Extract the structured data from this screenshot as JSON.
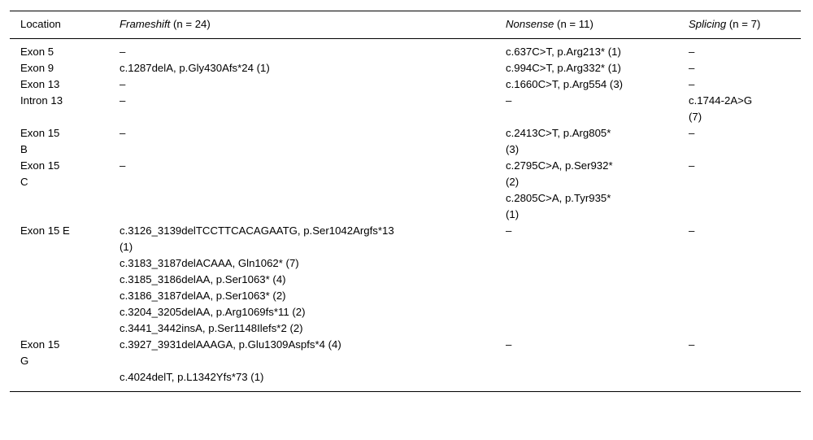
{
  "table": {
    "caption_present": false,
    "columns": [
      {
        "key": "location",
        "label": "Location",
        "emphasis": "",
        "count": ""
      },
      {
        "key": "frameshift",
        "label": "Frameshift",
        "emphasis": "Frameshift",
        "count": "(n = 24)"
      },
      {
        "key": "nonsense",
        "label": "Nonsense",
        "emphasis": "Nonsense",
        "count": "(n = 11)"
      },
      {
        "key": "splicing",
        "label": "Splicing",
        "emphasis": "Splicing",
        "count": "(n = 7)"
      }
    ],
    "header": {
      "location": "Location",
      "frameshift_em": "Frameshift",
      "frameshift_n": "(n = 24)",
      "nonsense_em": "Nonsense",
      "nonsense_n": "(n = 11)",
      "splicing_em": "Splicing",
      "splicing_n": "(n = 7)"
    },
    "dash": "–",
    "rows": [
      {
        "location": "Exon 5",
        "frameshift": [
          "–"
        ],
        "nonsense": [
          "c.637C>T, p.Arg213* (1)"
        ],
        "splicing": [
          "–"
        ]
      },
      {
        "location": "Exon 9",
        "frameshift": [
          "c.1287delA, p.Gly430Afs*24 (1)"
        ],
        "nonsense": [
          "c.994C>T, p.Arg332* (1)"
        ],
        "splicing": [
          "–"
        ]
      },
      {
        "location": "Exon 13",
        "frameshift": [
          "–"
        ],
        "nonsense": [
          "c.1660C>T, p.Arg554 (3)"
        ],
        "splicing": [
          "–"
        ]
      },
      {
        "location": "Intron 13",
        "frameshift": [
          "–"
        ],
        "nonsense": [
          "–"
        ],
        "splicing": [
          "c.1744-2A>G",
          "(7)"
        ]
      },
      {
        "location": "Exon 15\nB",
        "frameshift": [
          "–"
        ],
        "nonsense": [
          "c.2413C>T, p.Arg805*",
          "(3)"
        ],
        "splicing": [
          "–"
        ]
      },
      {
        "location": "Exon 15\nC",
        "frameshift": [
          "–"
        ],
        "nonsense": [
          "c.2795C>A, p.Ser932*",
          "(2)",
          "c.2805C>A, p.Tyr935*",
          "(1)"
        ],
        "splicing": [
          "–"
        ]
      },
      {
        "location": "Exon 15 E",
        "frameshift": [
          "c.3126_3139delTCCTTCACAGAATG, p.Ser1042Argfs*13",
          "(1)",
          "c.3183_3187delACAAA, Gln1062* (7)",
          "c.3185_3186delAA, p.Ser1063* (4)",
          "c.3186_3187delAA, p.Ser1063* (2)",
          "c.3204_3205delAA, p.Arg1069fs*11 (2)",
          "c.3441_3442insA, p.Ser1148Ilefs*2 (2)"
        ],
        "nonsense": [
          "–"
        ],
        "splicing": [
          "–"
        ]
      },
      {
        "location": "Exon 15\nG",
        "frameshift": [
          "c.3927_3931delAAAGA, p.Glu1309Aspfs*4 (4)",
          "",
          "c.4024delT, p.L1342Yfs*73 (1)"
        ],
        "nonsense": [
          "–"
        ],
        "splicing": [
          "–"
        ]
      }
    ]
  }
}
